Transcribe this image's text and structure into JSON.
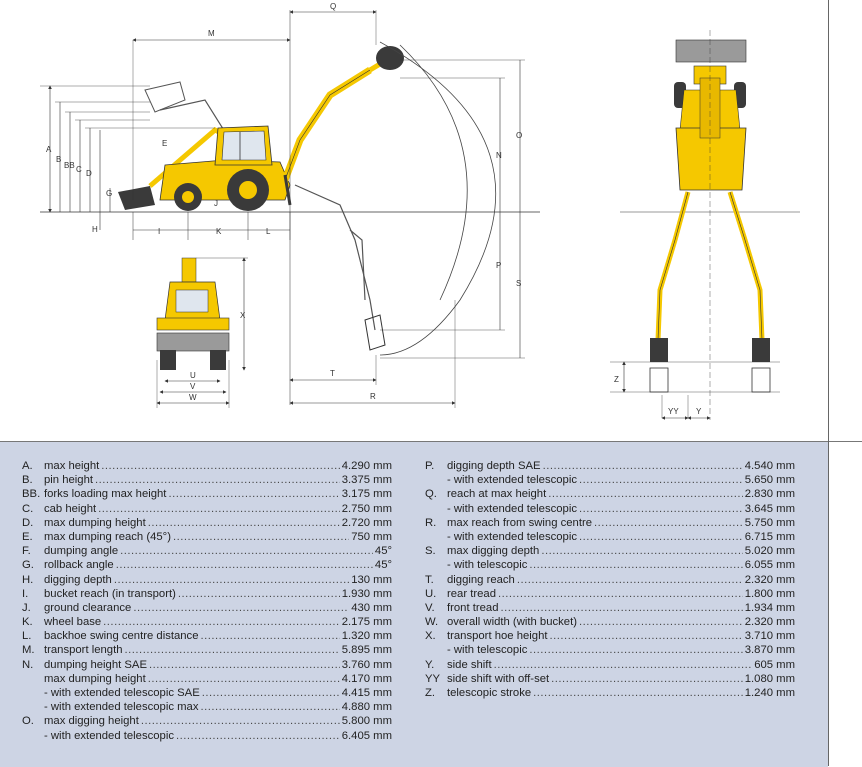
{
  "dimension_letters": {
    "side_view": [
      "A",
      "B",
      "BB",
      "C",
      "D",
      "E",
      "G",
      "H",
      "I",
      "J",
      "K",
      "L",
      "M",
      "Q",
      "N",
      "O",
      "P",
      "S",
      "T",
      "R"
    ],
    "front_view": [
      "X",
      "U",
      "V",
      "W"
    ],
    "rear_view": [
      "Z",
      "YY",
      "Y"
    ]
  },
  "colors": {
    "machine_yellow": "#f5c800",
    "machine_dark": "#3a3a3a",
    "panel_background": "#cdd4e4",
    "line_color": "#333333"
  },
  "specs_left": [
    {
      "code": "A.",
      "label": "max height",
      "value": "4.290 mm"
    },
    {
      "code": "B.",
      "label": "pin height",
      "value": "3.375 mm"
    },
    {
      "code": "BB.",
      "label": "forks loading max height",
      "value": "3.175 mm"
    },
    {
      "code": "C.",
      "label": "cab height",
      "value": "2.750 mm"
    },
    {
      "code": "D.",
      "label": "max dumping height",
      "value": "2.720 mm"
    },
    {
      "code": "E.",
      "label": "max dumping reach (45°)",
      "value": "750 mm"
    },
    {
      "code": "F.",
      "label": "dumping angle",
      "value": "45°"
    },
    {
      "code": "G.",
      "label": "rollback angle",
      "value": "45°"
    },
    {
      "code": "H.",
      "label": "digging depth",
      "value": "130 mm"
    },
    {
      "code": "I.",
      "label": "bucket reach (in transport)",
      "value": "1.930 mm"
    },
    {
      "code": "J.",
      "label": "ground clearance",
      "value": "430 mm"
    },
    {
      "code": "K.",
      "label": "wheel base",
      "value": "2.175 mm"
    },
    {
      "code": "L.",
      "label": "backhoe swing centre distance",
      "value": "1.320 mm"
    },
    {
      "code": "M.",
      "label": "transport length",
      "value": "5.895 mm"
    },
    {
      "code": "N.",
      "label": "dumping height SAE",
      "value": "3.760 mm"
    },
    {
      "code": "",
      "label": "max dumping height",
      "value": "4.170 mm"
    },
    {
      "code": "",
      "label": "- with extended telescopic SAE",
      "value": "4.415 mm"
    },
    {
      "code": "",
      "label": "- with extended telescopic max",
      "value": "4.880 mm"
    },
    {
      "code": "O.",
      "label": "max digging height",
      "value": "5.800 mm"
    },
    {
      "code": "",
      "label": "- with extended telescopic",
      "value": "6.405 mm"
    }
  ],
  "specs_right": [
    {
      "code": "P.",
      "label": "digging depth SAE",
      "value": "4.540 mm"
    },
    {
      "code": "",
      "label": "- with extended telescopic",
      "value": "5.650 mm"
    },
    {
      "code": "Q.",
      "label": "reach at max height",
      "value": "2.830 mm"
    },
    {
      "code": "",
      "label": "- with extended telescopic",
      "value": "3.645 mm"
    },
    {
      "code": "R.",
      "label": "max reach from swing centre",
      "value": "5.750 mm"
    },
    {
      "code": "",
      "label": "- with extended telescopic",
      "value": "6.715 mm"
    },
    {
      "code": "S.",
      "label": "max digging depth",
      "value": "5.020 mm"
    },
    {
      "code": "",
      "label": "- with telescopic",
      "value": "6.055 mm"
    },
    {
      "code": "T.",
      "label": "digging reach",
      "value": "2.320 mm"
    },
    {
      "code": "U.",
      "label": "rear tread",
      "value": "1.800 mm"
    },
    {
      "code": "V.",
      "label": "front tread",
      "value": "1.934 mm"
    },
    {
      "code": "W.",
      "label": "overall width (with bucket)",
      "value": "2.320 mm"
    },
    {
      "code": "X.",
      "label": "transport hoe height",
      "value": "3.710 mm"
    },
    {
      "code": "",
      "label": "- with telescopic",
      "value": "3.870 mm"
    },
    {
      "code": "Y.",
      "label": "side shift",
      "value": "605 mm"
    },
    {
      "code": "YY",
      "label": "side shift with off-set",
      "value": "1.080 mm"
    },
    {
      "code": "Z.",
      "label": "telescopic stroke",
      "value": "1.240 mm"
    }
  ]
}
